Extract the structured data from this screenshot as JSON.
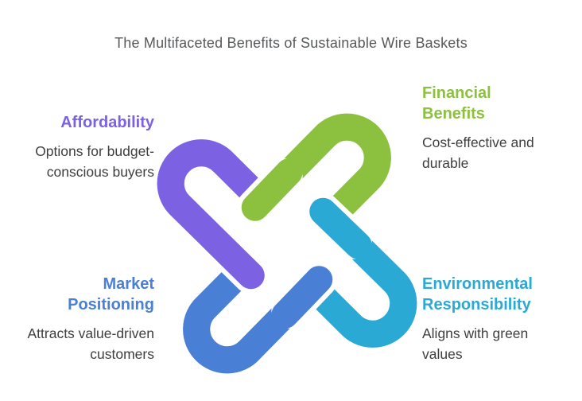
{
  "title": "The Multifaceted Benefits of Sustainable Wire Baskets",
  "quadrants": [
    {
      "id": "affordability",
      "heading": "Affordability",
      "body": "Options for budget-conscious buyers",
      "color": "#7C62E3",
      "align": "right"
    },
    {
      "id": "financial-benefits",
      "heading": "Financial Benefits",
      "body": "Cost-effective and durable",
      "color": "#8CC03F",
      "align": "left"
    },
    {
      "id": "market-positioning",
      "heading": "Market Positioning",
      "body": "Attracts value-driven customers",
      "color": "#4A7FD6",
      "align": "right"
    },
    {
      "id": "environmental-responsibility",
      "heading": "Environmental Responsibility",
      "body": "Aligns with green values",
      "color": "#2AA9D5",
      "align": "left"
    }
  ],
  "knot": {
    "purple": "#7C62E3",
    "green": "#8CC03F",
    "blue": "#4A7FD6",
    "cyan": "#2AA9D5"
  },
  "text_colors": {
    "title": "#58595B",
    "body": "#3E3E3E"
  }
}
